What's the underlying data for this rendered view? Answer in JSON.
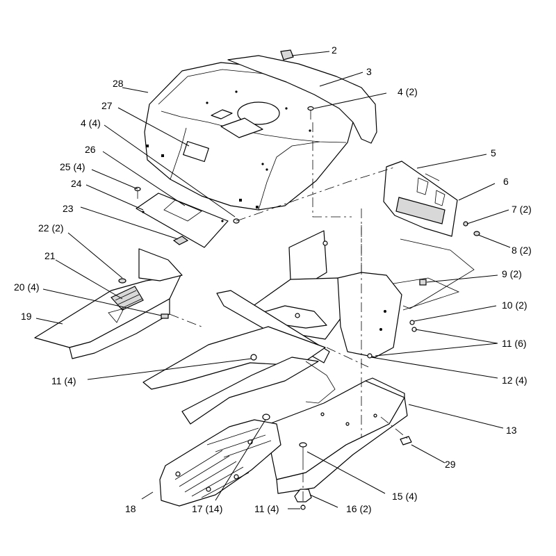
{
  "callouts": {
    "c2": "2",
    "c3": "3",
    "c4a": "4 (2)",
    "c28": "28",
    "c27": "27",
    "c4b": "4 (4)",
    "c26": "26",
    "c25": "25 (4)",
    "c24": "24",
    "c23": "23",
    "c22": "22 (2)",
    "c21": "21",
    "c20": "20 (4)",
    "c19": "19",
    "c5": "5",
    "c6": "6",
    "c7": "7 (2)",
    "c8": "8 (2)",
    "c9": "9 (2)",
    "c10": "10 (2)",
    "c11a": "11 (6)",
    "c12": "12 (4)",
    "c11b": "11 (4)",
    "c13": "13",
    "c29": "29",
    "c18": "18",
    "c17": "17 (14)",
    "c11c": "11 (4)",
    "c16": "16 (2)",
    "c15": "15 (4)"
  }
}
